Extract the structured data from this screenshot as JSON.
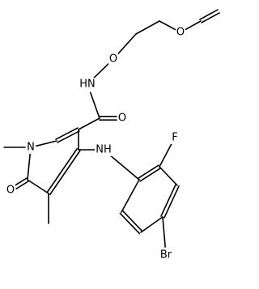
{
  "molecule": {
    "atoms": [
      {
        "id": "c_vinyl_end",
        "label": ""
      },
      {
        "id": "c_vinyl",
        "label": ""
      },
      {
        "id": "o_ether",
        "label": "O"
      },
      {
        "id": "c_ch2a",
        "label": ""
      },
      {
        "id": "c_ch2b",
        "label": ""
      },
      {
        "id": "o_oxy",
        "label": "O"
      },
      {
        "id": "n_amide",
        "label": "HN"
      },
      {
        "id": "c_carbonyl",
        "label": ""
      },
      {
        "id": "o_carbonyl",
        "label": "O"
      },
      {
        "id": "c3",
        "label": ""
      },
      {
        "id": "c2",
        "label": ""
      },
      {
        "id": "n1",
        "label": "N"
      },
      {
        "id": "c_nme",
        "label": ""
      },
      {
        "id": "c6",
        "label": ""
      },
      {
        "id": "o6",
        "label": "O"
      },
      {
        "id": "c5",
        "label": ""
      },
      {
        "id": "c_5me",
        "label": ""
      },
      {
        "id": "c4",
        "label": ""
      },
      {
        "id": "n_anil",
        "label": "NH"
      },
      {
        "id": "a1",
        "label": ""
      },
      {
        "id": "a2",
        "label": ""
      },
      {
        "id": "f",
        "label": "F"
      },
      {
        "id": "a3",
        "label": ""
      },
      {
        "id": "a4",
        "label": ""
      },
      {
        "id": "br",
        "label": "Br"
      },
      {
        "id": "a5",
        "label": ""
      },
      {
        "id": "a6",
        "label": ""
      }
    ],
    "bonds": [
      {
        "from": "c_vinyl_end",
        "to": "c_vinyl",
        "order": 2
      },
      {
        "from": "c_vinyl",
        "to": "o_ether",
        "order": 1
      },
      {
        "from": "o_ether",
        "to": "c_ch2a",
        "order": 1
      },
      {
        "from": "c_ch2a",
        "to": "c_ch2b",
        "order": 1
      },
      {
        "from": "c_ch2b",
        "to": "o_oxy",
        "order": 1
      },
      {
        "from": "o_oxy",
        "to": "n_amide",
        "order": 1
      },
      {
        "from": "n_amide",
        "to": "c_carbonyl",
        "order": 1
      },
      {
        "from": "c_carbonyl",
        "to": "o_carbonyl",
        "order": 2
      },
      {
        "from": "c_carbonyl",
        "to": "c3",
        "order": 1
      },
      {
        "from": "c3",
        "to": "c2",
        "order": 2
      },
      {
        "from": "c2",
        "to": "n1",
        "order": 1
      },
      {
        "from": "n1",
        "to": "c_nme",
        "order": 1
      },
      {
        "from": "n1",
        "to": "c6",
        "order": 1
      },
      {
        "from": "c6",
        "to": "o6",
        "order": 2
      },
      {
        "from": "c6",
        "to": "c5",
        "order": 1
      },
      {
        "from": "c5",
        "to": "c_5me",
        "order": 1
      },
      {
        "from": "c5",
        "to": "c4",
        "order": 2
      },
      {
        "from": "c4",
        "to": "c3",
        "order": 1
      },
      {
        "from": "c4",
        "to": "n_anil",
        "order": 1
      },
      {
        "from": "n_anil",
        "to": "a1",
        "order": 1
      },
      {
        "from": "a1",
        "to": "a2",
        "order": 2
      },
      {
        "from": "a2",
        "to": "f",
        "order": 1
      },
      {
        "from": "a2",
        "to": "a3",
        "order": 1
      },
      {
        "from": "a3",
        "to": "a4",
        "order": 2
      },
      {
        "from": "a4",
        "to": "br",
        "order": 1
      },
      {
        "from": "a4",
        "to": "a5",
        "order": 1
      },
      {
        "from": "a5",
        "to": "a6",
        "order": 2
      },
      {
        "from": "a6",
        "to": "a1",
        "order": 1
      }
    ]
  }
}
